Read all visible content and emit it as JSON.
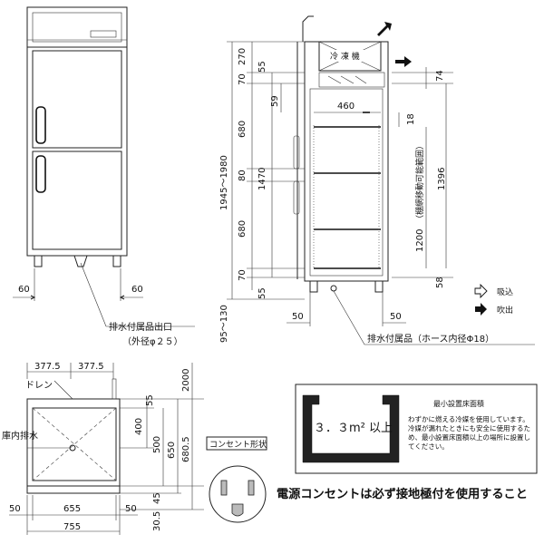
{
  "front_view": {
    "dims": {
      "left_leg": "60",
      "right_leg": "60"
    },
    "drain_label": "排水付属品出口",
    "drain_sub": "（外径φ２５）"
  },
  "side_view": {
    "unit_label": "冷 凍 機",
    "heights_left": [
      "270",
      "70",
      "680",
      "80",
      "680",
      "70",
      "55"
    ],
    "total_height": "1945～1980",
    "inner_height": "1470",
    "right_dims": {
      "d74": "74",
      "d55": "55",
      "d59": "59",
      "d18": "18",
      "d1396": "1396",
      "d1200": "1200",
      "d58": "58"
    },
    "shelf_width": "460",
    "shelf_range_label": "（棚網移動可能範囲）",
    "bottom_range": "95～130",
    "bottom_dims": {
      "left": "50",
      "right": "50"
    },
    "drain_label": "排水付属品（ホース内径Φ18）"
  },
  "legend": {
    "intake": "吸込",
    "exhaust": "吹出"
  },
  "plan_view": {
    "top_dims": {
      "left": "377.5",
      "right": "377.5"
    },
    "drain_label": "ドレン",
    "inner_drain_label": "庫内排水",
    "right_dims": [
      "55",
      "400",
      "500",
      "650",
      "680.5",
      "2000",
      "45",
      "30.5"
    ],
    "bottom_dims": {
      "left": "50",
      "center": "655",
      "right": "50",
      "total": "755"
    }
  },
  "outlet": {
    "label": "コンセント形状"
  },
  "floor_box": {
    "title": "最小設置床面積",
    "area": "３．３m² 以上",
    "note": "わずかに燃える冷媒を使用しています。冷媒が漏れたときにも安全に使用するため、最小設置床面積以上の場所に設置してください。"
  },
  "footer": {
    "notice": "電源コンセントは必ず接地極付を使用すること"
  }
}
